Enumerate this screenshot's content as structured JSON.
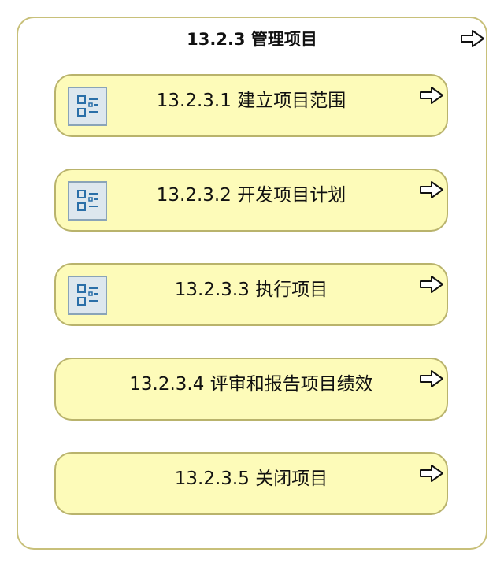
{
  "diagram": {
    "title": "13.2.3 管理项目",
    "items": [
      {
        "label": "13.2.3.1 建立项目范围",
        "icon": "process-list-icon"
      },
      {
        "label": "13.2.3.2 开发项目计划",
        "icon": "process-list-icon"
      },
      {
        "label": "13.2.3.3 执行项目",
        "icon": "process-list-icon"
      },
      {
        "label": "13.2.3.4 评审和报告项目绩效",
        "icon": null
      },
      {
        "label": "13.2.3.5 关闭项目",
        "icon": null
      }
    ],
    "arrow_icon": "right-arrow-icon",
    "colors": {
      "box_fill": "#fdfbb9",
      "box_border": "#b9b36c",
      "outer_border": "#c8c07a",
      "icon_fill": "#dde7ee",
      "icon_stroke": "#2a6fa8"
    }
  }
}
